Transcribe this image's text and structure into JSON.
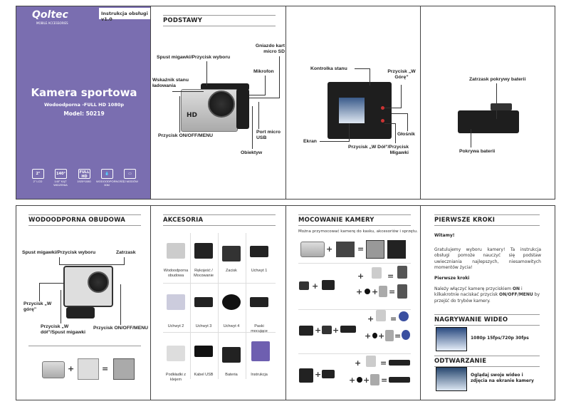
{
  "cover": {
    "brand": "Qoltec",
    "brand_sub": "MOBILE ACCESSORIES",
    "manual_tag": "Instrukcja obsługi v1.0",
    "title": "Kamera sportowa",
    "subtitle": "Wodoodporna -FULL HD 1080p",
    "model": "Model: 50219",
    "background": "#7a6eb0",
    "features": [
      {
        "icon": "lcd-screen-icon",
        "box": "2\"",
        "label": "2\" LCD"
      },
      {
        "icon": "wide-angle-icon",
        "box": "140°",
        "label": "140° KĄT WIDZENIA"
      },
      {
        "icon": "full-hd-icon",
        "box": "FULL HD",
        "label": "1920*1080"
      },
      {
        "icon": "waterproof-icon",
        "box": "💧",
        "label": "WODOODPORNOŚĆ 30M"
      },
      {
        "icon": "battery-icon",
        "box": "▭",
        "label": "12 MODÓW"
      }
    ]
  },
  "basics": {
    "heading": "PODSTAWY",
    "labels": {
      "shutter": "Spust migawki/Przycisk wyboru",
      "sd": "Gniazdo kart micro SD",
      "mic": "Mikrofon",
      "charge": "Wskaźnik stanu ładowania",
      "power": "Przycisk ON/OFF/MENU",
      "usb": "Port micro USB",
      "lens": "Obiektyw"
    }
  },
  "back": {
    "labels": {
      "status": "Kontrolka stanu",
      "up": "Przycisk „W Górę”",
      "speaker": "Głośnik",
      "screen": "Ekran",
      "down": "Przycisk „W Dół”/Przycisk Migawki"
    }
  },
  "battery": {
    "labels": {
      "latch": "Zatrzask pokrywy baterii",
      "cover": "Pokrywa baterii"
    }
  },
  "housing": {
    "heading": "WODOODPORNA OBUDOWA",
    "labels": {
      "shutter": "Spust migawki/Przycisk wyboru",
      "latch": "Zatrzask",
      "up": "Przycisk „W górę”",
      "down": "Przycisk „W dół”/Spust migawki",
      "power": "Przycisk ON/OFF/MENU"
    }
  },
  "accessories": {
    "heading": "AKCESORIA",
    "items": [
      "Wodoodporna obudowa",
      "Rękojeść / Mocowanie",
      "Zacisk",
      "Uchwyt 1",
      "Uchwyt 2",
      "Uchwyt 3",
      "Uchwyt 4",
      "Paski mocujące",
      "Podkładki z klejem",
      "Kabel USB",
      "Bateria",
      "Instrukcja"
    ]
  },
  "mounting": {
    "heading": "MOCOWANIE KAMERY",
    "intro": "Można przymocować kamerę do kasku, akcesoriów i sprzętu."
  },
  "start": {
    "heading": "PIERWSZE KROKI",
    "welcome": "Witamy!",
    "welcome_text": "Gratulujemy wyboru kamery! Ta instrukcja obsługi pomoże nauczyć się podstaw uwieczniania najlepszych, niesamowitych momentów życia!",
    "steps_title": "Pierwsze kroki",
    "steps_text_1": "Należy włączyć kamerę przyciskiem ",
    "steps_on": "ON",
    "steps_text_2": " i kilkakrotnie naciskać przycisk ",
    "steps_menu": "ON/OFF/MENU",
    "steps_text_3": " by przejść do trybów kamery.",
    "video_heading": "NAGRYWANIE WIDEO",
    "video_text": "1080p 15fps/720p 30fps",
    "playback_heading": "ODTWARZANIE",
    "playback_text": "Oglądaj swoje wideo i zdjęcia na ekranie kamery"
  },
  "symbols": {
    "plus": "+",
    "equals": "="
  }
}
